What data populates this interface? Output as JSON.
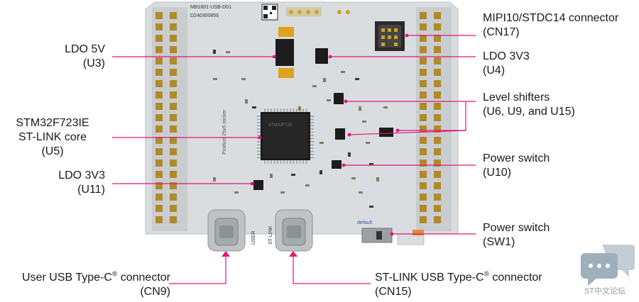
{
  "board": {
    "silk_top": "MB1801-USB-D01",
    "silk_code": "D240300856",
    "silk_sticker": "Product 25x5 sticker",
    "label_user": "USER",
    "label_stlink": "ST-LINK",
    "label_default": "default"
  },
  "callouts": {
    "cn17": {
      "line1": "MIPI10/STDC14 connector",
      "line2": "(CN17)"
    },
    "u4": {
      "line1": "LDO 3V3",
      "line2": "(U4)"
    },
    "level": {
      "line1": "Level shifters",
      "line2": "(U6, U9, and U15)"
    },
    "u10": {
      "line1": "Power switch",
      "line2": "(U10)"
    },
    "sw1": {
      "line1": "Power switch",
      "line2": "(SW1)"
    },
    "u3": {
      "line1": "LDO 5V",
      "line2": "(U3)"
    },
    "u5": {
      "line1": "STM32F723IE",
      "line2": "ST-LINK core",
      "line3": "(U5)"
    },
    "u11": {
      "line1": "LDO 3V3",
      "line2": "(U11)"
    },
    "cn9": {
      "line1_pre": "User USB Type-C",
      "sup": "®",
      "line1_post": " connector",
      "line2": "(CN9)"
    },
    "cn15": {
      "line1_pre": "ST-LINK USB Type-C",
      "sup": "®",
      "line1_post": " connector",
      "line2": "(CN15)"
    }
  },
  "watermark": {
    "text": "ST中文论坛"
  },
  "colors": {
    "callout": "#e6157a",
    "pcb": "#d9dde0",
    "chip": "#1c1c1c",
    "gold": "#c9a227"
  }
}
